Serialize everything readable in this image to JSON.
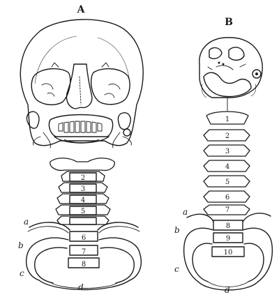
{
  "panel_a": {
    "label": "A",
    "vertebra_numbers": [
      "2",
      "3",
      "4",
      "5",
      "6",
      "7",
      "8"
    ],
    "annotations": {
      "a": "a",
      "b": "b",
      "c": "c",
      "d": "d"
    }
  },
  "panel_b": {
    "label": "B",
    "vertebra_numbers": [
      "1",
      "2",
      "3",
      "4",
      "5",
      "6",
      "7",
      "8",
      "9",
      "10"
    ],
    "annotations": {
      "a": "a",
      "b": "b",
      "c": "c",
      "d": "d"
    }
  }
}
